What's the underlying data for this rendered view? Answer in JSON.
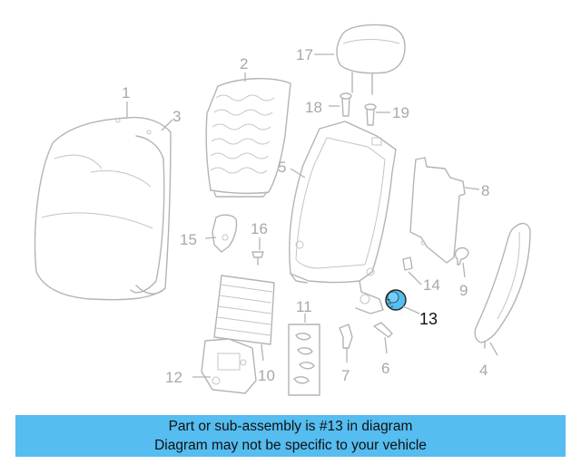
{
  "labels": {
    "p1": "1",
    "p2": "2",
    "p3": "3",
    "p4": "4",
    "p5": "5",
    "p6": "6",
    "p7": "7",
    "p8": "8",
    "p9": "9",
    "p10": "10",
    "p11": "11",
    "p12": "12",
    "p13": "13",
    "p14": "14",
    "p15": "15",
    "p16": "16",
    "p17": "17",
    "p18": "18",
    "p19": "19"
  },
  "highlighted_part": "13",
  "colors": {
    "line": "#b4b4b4",
    "highlight": "#55bdf0",
    "caption_bg": "#55bdf0"
  },
  "caption": {
    "line1": "Part or sub-assembly is #13 in diagram",
    "line2": "Diagram may not be specific to your vehicle"
  }
}
